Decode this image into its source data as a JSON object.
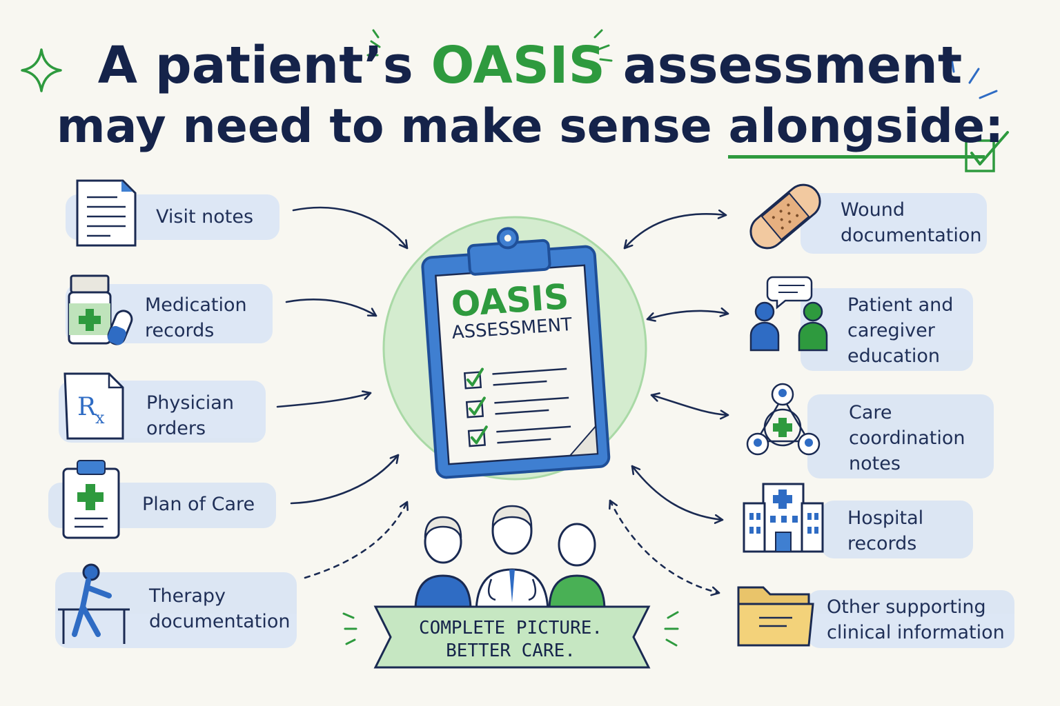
{
  "title": {
    "line1_prefix": "A patient’s",
    "line1_highlight": "OASIS",
    "line1_suffix": "assessment",
    "line2_prefix": "may need to make sense",
    "line2_highlight": "alongside",
    "line2_suffix": ":"
  },
  "center": {
    "title": "OASIS",
    "subtitle": "ASSESSMENT"
  },
  "left_items": [
    {
      "label": "Visit notes",
      "icon": "document-icon"
    },
    {
      "label": "Medication\nrecords",
      "icon": "medication-bottle-icon"
    },
    {
      "label": "Physician\norders",
      "icon": "prescription-icon"
    },
    {
      "label": "Plan of Care",
      "icon": "clipboard-cross-icon"
    },
    {
      "label": "Therapy\ndocumentation",
      "icon": "therapy-walker-icon"
    }
  ],
  "right_items": [
    {
      "label": "Wound\ndocumentation",
      "icon": "bandage-icon"
    },
    {
      "label": "Patient and\ncaregiver\neducation",
      "icon": "conversation-icon"
    },
    {
      "label": "Care\ncoordination\nnotes",
      "icon": "care-network-icon"
    },
    {
      "label": "Hospital\nrecords",
      "icon": "hospital-icon"
    },
    {
      "label": "Other supporting\nclinical information",
      "icon": "folder-icon"
    }
  ],
  "banner": {
    "line1": "COMPLETE PICTURE.",
    "line2": "BETTER CARE."
  },
  "colors": {
    "navy": "#15234a",
    "green": "#2e9a3e",
    "blue": "#2f6cc4",
    "highlight": "#dbe6f4",
    "circle": "#cfeacb"
  }
}
